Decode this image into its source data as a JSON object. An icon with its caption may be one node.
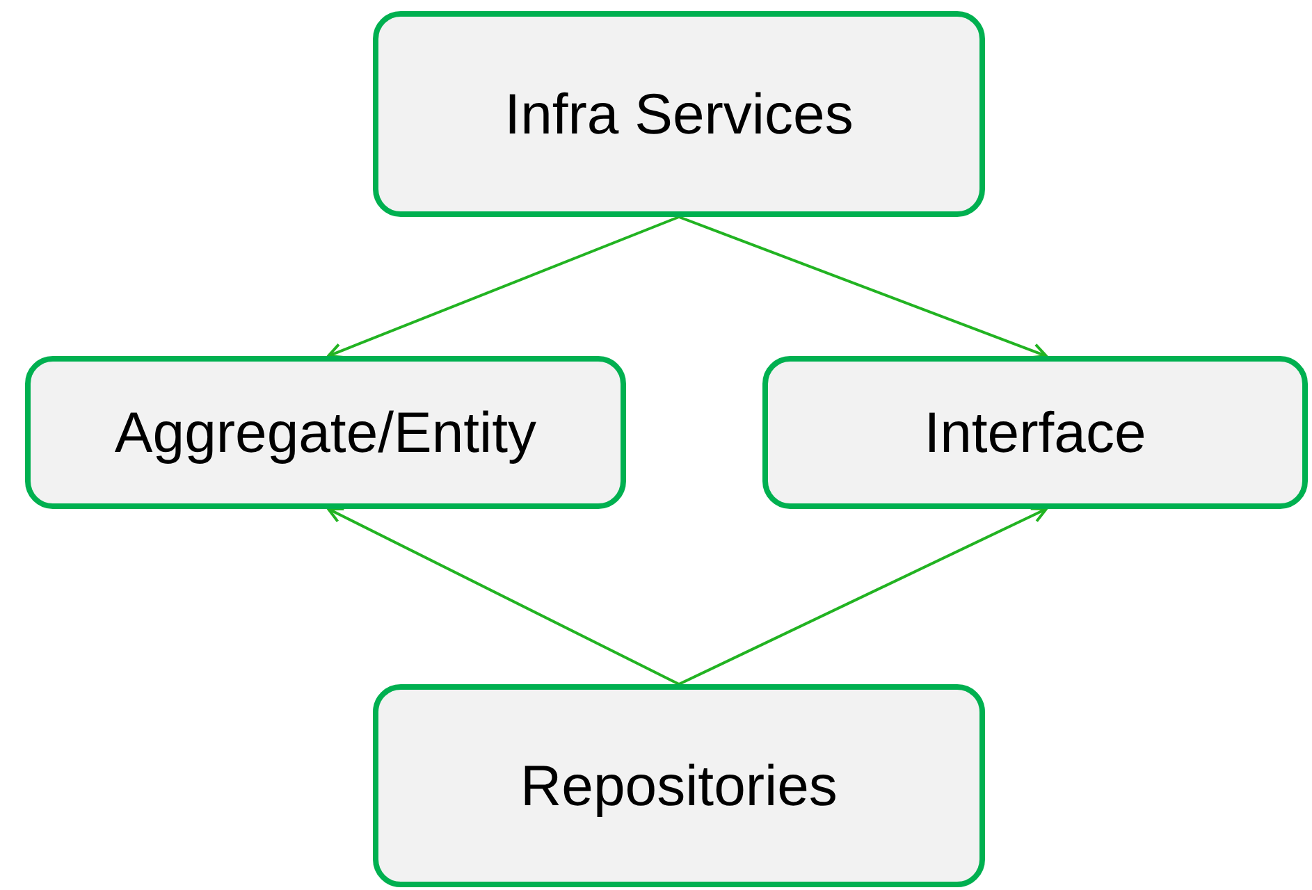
{
  "diagram": {
    "nodes": [
      {
        "text": [
          "Infra Services"
        ]
      },
      {
        "text": [
          "Aggregate/Entity"
        ]
      },
      {
        "text": [
          "Interface"
        ]
      },
      {
        "text": [
          "Repositories"
        ]
      }
    ],
    "edges": [
      {
        "from": 0,
        "to": 1,
        "arrow": "to"
      },
      {
        "from": 0,
        "to": 2,
        "arrow": "to"
      },
      {
        "from": 3,
        "to": 1,
        "arrow": "to"
      },
      {
        "from": 3,
        "to": 2,
        "arrow": "to"
      }
    ]
  }
}
